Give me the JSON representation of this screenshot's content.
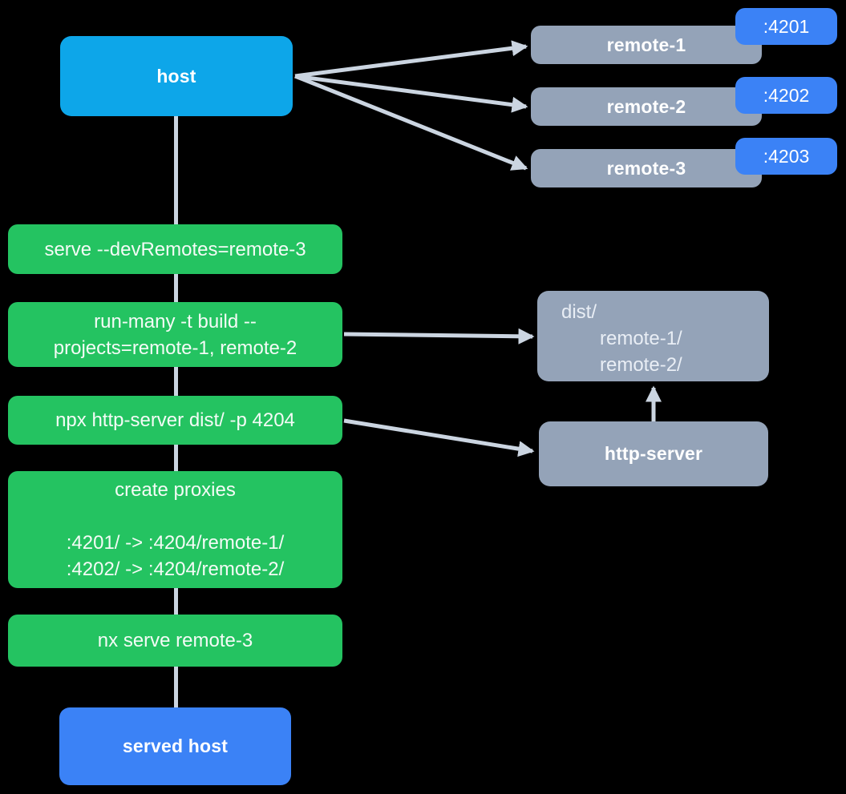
{
  "diagram": {
    "background": "#000000",
    "colors": {
      "host_fill": "#0da6e9",
      "served_host_fill": "#3b82f6",
      "remote_fill": "#94a3b8",
      "port_badge_fill": "#3b82f6",
      "step_fill": "#24c361",
      "arrow": "#cbd5e1",
      "label_text": "#ffffff"
    },
    "host": {
      "label": "host"
    },
    "served_host": {
      "label": "served host"
    },
    "remotes": [
      {
        "label": "remote-1",
        "port": ":4201"
      },
      {
        "label": "remote-2",
        "port": ":4202"
      },
      {
        "label": "remote-3",
        "port": ":4203"
      }
    ],
    "steps": [
      {
        "lines": [
          "serve --devRemotes=remote-3"
        ]
      },
      {
        "lines": [
          "run-many -t build --",
          "projects=remote-1, remote-2"
        ]
      },
      {
        "lines": [
          "npx http-server dist/ -p 4204"
        ]
      },
      {
        "lines": [
          "create proxies",
          "",
          ":4201/ -> :4204/remote-1/",
          ":4202/ -> :4204/remote-2/"
        ]
      },
      {
        "lines": [
          "nx serve remote-3"
        ]
      }
    ],
    "dist_folder": {
      "lines": [
        "dist/",
        "remote-1/",
        "remote-2/"
      ]
    },
    "http_server": {
      "label": "http-server"
    }
  }
}
